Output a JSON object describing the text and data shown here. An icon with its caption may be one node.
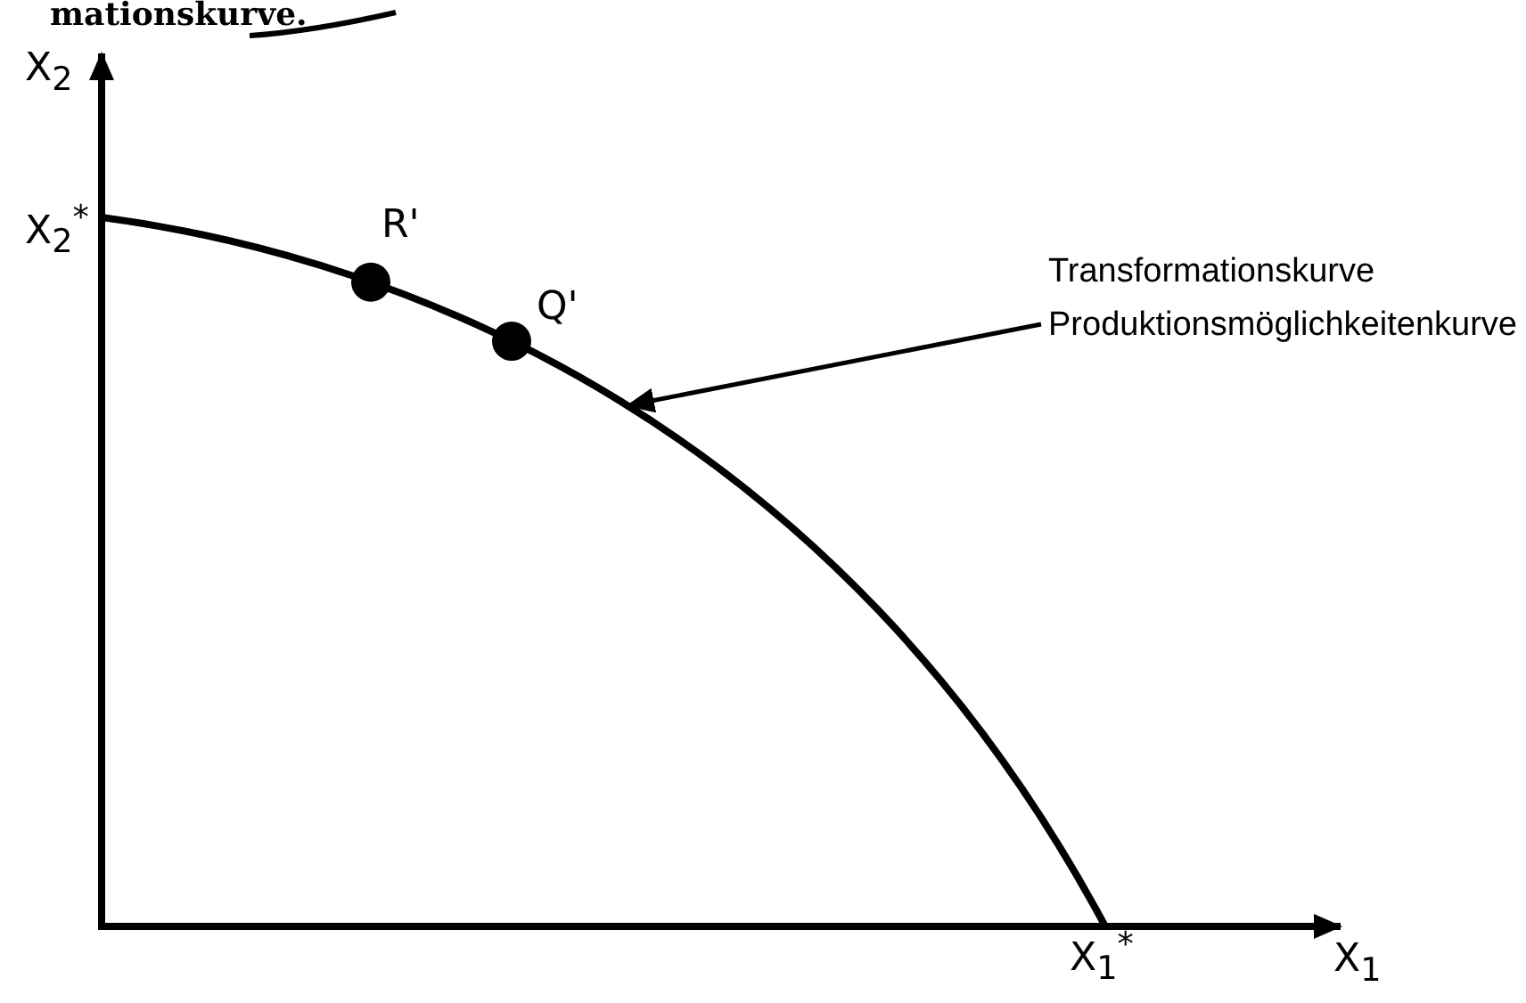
{
  "diagram": {
    "nodes": [
      {
        "text": [
          "Transformationskurve",
          "Produktionsmöglichkeitenkurve"
        ]
      },
      {
        "text": [],
        "shape": "curve"
      }
    ],
    "edges": [
      {
        "from": 0,
        "to": 1,
        "arrow": "to"
      }
    ],
    "labels": [
      "mationskurve.",
      "X$_{2}$",
      "X$_{2}$$^{*}$",
      "R'",
      "Q'",
      "X$_{1}$$^{*}$",
      "X$_{1}$"
    ]
  }
}
